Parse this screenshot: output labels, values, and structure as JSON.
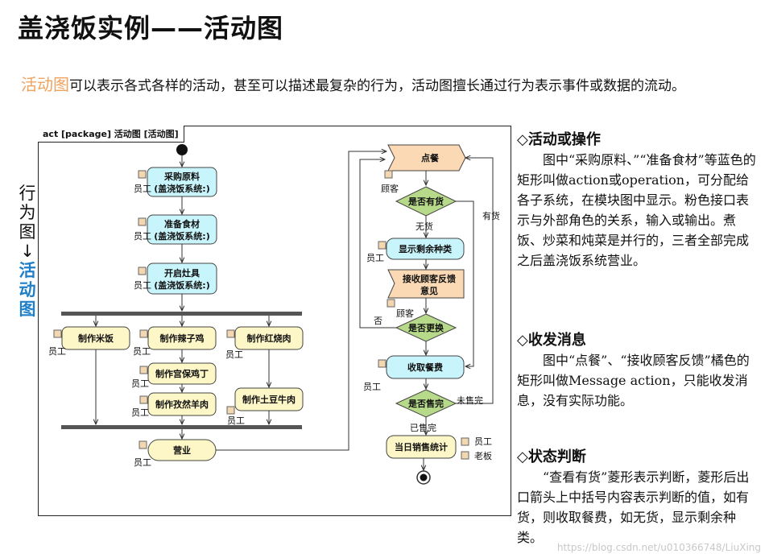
{
  "title": "盖浇饭实例——活动图",
  "intro": {
    "highlight": "活动图",
    "text": "可以表示各式各样的活动，甚至可以描述最复杂的行为，活动图擅长通过行为表示事件或数据的流动。"
  },
  "frame_label": "act [package] 活动图 [活动图]",
  "vertical_label": {
    "chars": [
      "行",
      "为",
      "图",
      "↓"
    ],
    "blue_chars": [
      "活",
      "动",
      "图"
    ]
  },
  "diagram": {
    "actions_left": [
      {
        "label1": "采购原料",
        "label2": "(盖浇饭系统:)",
        "lane": "员工"
      },
      {
        "label1": "准备食材",
        "label2": "(盖浇饭系统:)",
        "lane": "员工"
      },
      {
        "label1": "开启灶具",
        "label2": "(盖浇饭系统:)",
        "lane": "员工"
      }
    ],
    "parallel_actions": [
      {
        "label": "制作米饭",
        "lane": "员工"
      },
      {
        "label": "制作辣子鸡",
        "lane": "员工"
      },
      {
        "label": "制作宫保鸡丁",
        "lane": "员工"
      },
      {
        "label": "制作孜然羊肉",
        "lane": "员工"
      },
      {
        "label": "制作红烧肉",
        "lane": "员工"
      },
      {
        "label": "制作土豆牛肉",
        "lane": "员工"
      }
    ],
    "open_label": "营业",
    "open_lane": "员工",
    "order_label": "点餐",
    "order_lane": "顾客",
    "decision_stock": "是否有货",
    "no_stock": "无货",
    "has_stock": "有货",
    "show_remaining": "显示剩余种类",
    "show_lane": "员工",
    "receive_feedback1": "接收顾客反馈",
    "receive_feedback2": "意见",
    "feedback_lane": "顾客",
    "decision_change": "是否更换",
    "no_label": "否",
    "collect_fee": "收取餐费",
    "collect_lane": "员工",
    "decision_sold": "是否售完",
    "not_sold": "未售完",
    "sold_out": "已售完",
    "daily_stats": "当日销售统计",
    "stats_lane1": "员工",
    "stats_lane2": "老板"
  },
  "sections": [
    {
      "heading": "◇活动或操作",
      "body": "图中“采购原料、”“准备食材”等蓝色的矩形叫做action或operation，可分配给各子系统，在模块图中显示。粉色接口表示与外部角色的关系，输入或输出。煮饭、炒菜和炖菜是并行的，三者全部完成之后盖浇饭系统营业。"
    },
    {
      "heading": "◇收发消息",
      "body": "图中“点餐”、“接收顾客反馈”橘色的矩形叫做Message action，只能收发消息，没有实际功能。"
    },
    {
      "heading": "◇状态判断",
      "body": "“查看有货”菱形表示判断，菱形后出口箭头上中括号内容表示判断的值，如有货，则收取餐费，如无货，显示剩余种类。"
    }
  ],
  "watermark": "https://blog.csdn.net/u010366748/LiuXing",
  "colors": {
    "action_blue": "#c8f4fb",
    "action_yellow": "#fdf6c6",
    "message_orange": "#fbd9b4",
    "decision_green": "#b6d98a",
    "pin": "#f2d7b0",
    "accent_blue": "#1f7fc9",
    "highlight_orange": "#f0a35e"
  }
}
